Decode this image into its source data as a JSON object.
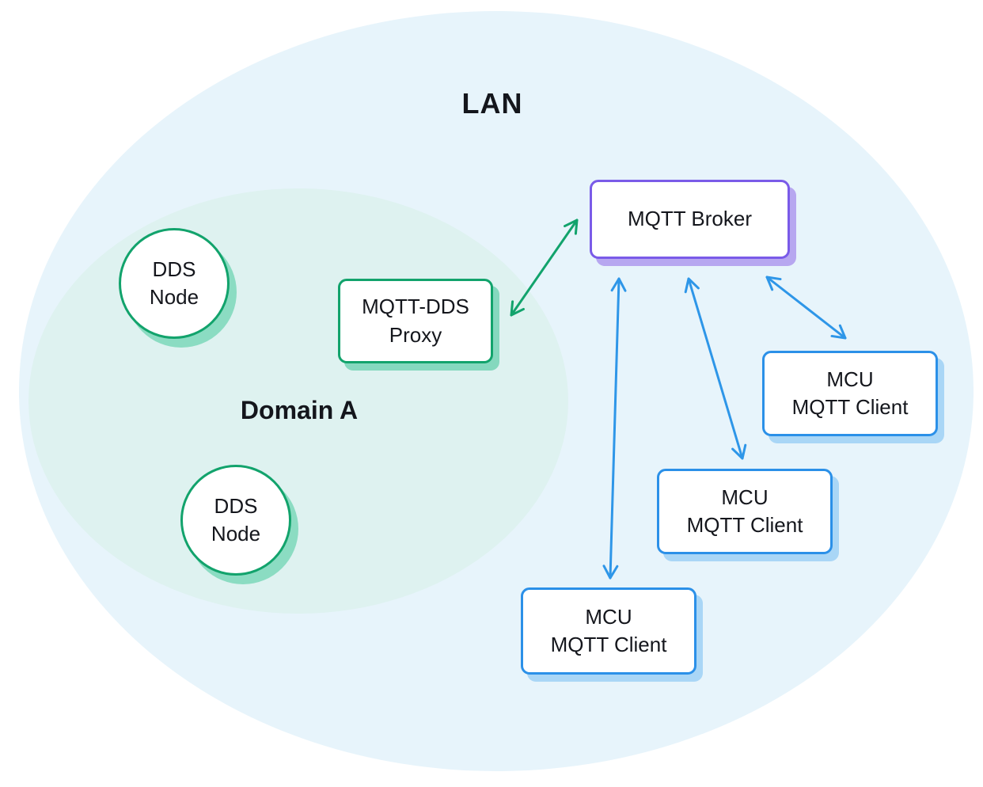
{
  "zones": {
    "lan_label": "LAN",
    "domain_a_label": "Domain A"
  },
  "nodes": {
    "broker": {
      "label": "MQTT Broker"
    },
    "proxy": {
      "line1": "MQTT-DDS",
      "line2": "Proxy"
    },
    "dds_node_1": {
      "line1": "DDS",
      "line2": "Node"
    },
    "dds_node_2": {
      "line1": "DDS",
      "line2": "Node"
    },
    "mcu_client_top": {
      "line1": "MCU",
      "line2": "MQTT Client"
    },
    "mcu_client_middle": {
      "line1": "MCU",
      "line2": "MQTT Client"
    },
    "mcu_client_bottom": {
      "line1": "MCU",
      "line2": "MQTT Client"
    }
  },
  "edges": [
    {
      "from": "MQTT-DDS Proxy",
      "to": "MQTT Broker",
      "color": "green",
      "bidirectional": true
    },
    {
      "from": "MQTT Broker",
      "to": "MCU MQTT Client (bottom)",
      "color": "blue",
      "bidirectional": true
    },
    {
      "from": "MQTT Broker",
      "to": "MCU MQTT Client (middle)",
      "color": "blue",
      "bidirectional": true
    },
    {
      "from": "MQTT Broker",
      "to": "MCU MQTT Client (top right)",
      "color": "blue",
      "bidirectional": true
    }
  ],
  "colors": {
    "lan_fill": "#E7F4FB",
    "domain_a_fill": "#DEF2F0",
    "green_border": "#12A36C",
    "green_shadow": "#85D8BE",
    "purple_border": "#7A5BE8",
    "purple_shadow": "#B7A7F0",
    "blue_border": "#2B90E8",
    "blue_shadow": "#A9D6F6",
    "text": "#14161C"
  }
}
